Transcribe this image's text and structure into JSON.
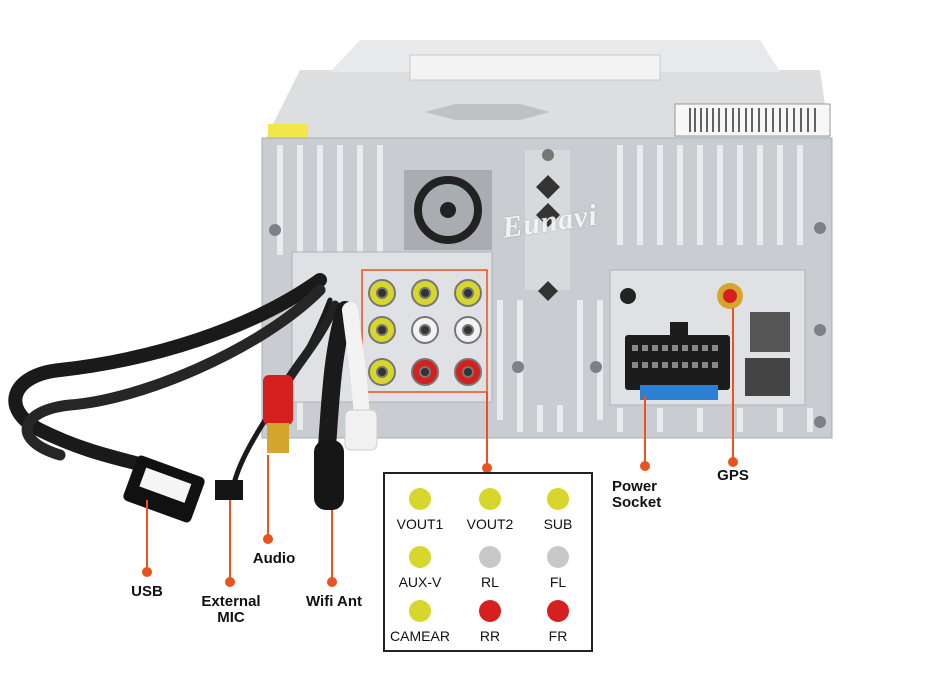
{
  "brand": "Eunavi",
  "labels": {
    "usb": "USB",
    "external_mic": [
      "External",
      "MIC"
    ],
    "audio": "Audio",
    "wifi_ant": "Wifi Ant",
    "power_socket": [
      "Power",
      "Socket"
    ],
    "gps": "GPS"
  },
  "legend": {
    "items": [
      {
        "label": "VOUT1",
        "color": "#d6d62c"
      },
      {
        "label": "VOUT2",
        "color": "#d6d62c"
      },
      {
        "label": "SUB",
        "color": "#d6d62c"
      },
      {
        "label": "AUX-V",
        "color": "#d6d62c"
      },
      {
        "label": "RL",
        "color": "#c8c8c8"
      },
      {
        "label": "FL",
        "color": "#c8c8c8"
      },
      {
        "label": "CAMEAR",
        "color": "#d6d62c"
      },
      {
        "label": "RR",
        "color": "#d62020"
      },
      {
        "label": "FR",
        "color": "#d62020"
      }
    ]
  },
  "colors": {
    "callout": "#e8531f",
    "chassis": "#c9ccd0",
    "panel": "#dfe1e4"
  }
}
